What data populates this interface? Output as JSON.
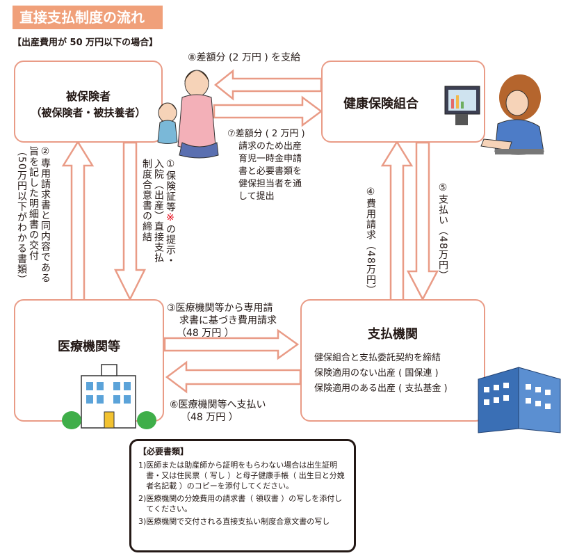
{
  "header": {
    "title": "直接支払制度の流れ",
    "condition": "【出産費用が 50 万円以下の場合】"
  },
  "nodes": {
    "insured": {
      "title": "被保険者",
      "subtitle": "（被保険者・被扶養者）"
    },
    "union": {
      "title": "健康保険組合"
    },
    "medical": {
      "title": "医療機関等"
    },
    "payment": {
      "title": "支払機関",
      "lines": [
        "健保組合と支払委託契約を締結",
        "保険適用のない出産 ( 国保連 )",
        "保険適用のある出産 ( 支払基金 )"
      ]
    }
  },
  "flows": {
    "f1": {
      "lines": [
        "①保険証等",
        "の提示・",
        "入院（出産）直接支払",
        "制度合意書の締結"
      ],
      "mark": "※"
    },
    "f2": {
      "lines": [
        "②専用請求書と同内容である",
        "旨を記した明細書の交付",
        "（50万円以下がわかる書類）"
      ]
    },
    "f3": {
      "lines": [
        "③医療機関等から専用請",
        "求書に基づき費用請求",
        "（48 万円 ）"
      ]
    },
    "f4": {
      "lines": [
        "④費用請求（48万円）"
      ]
    },
    "f5": {
      "lines": [
        "⑤支払い（48万円）"
      ]
    },
    "f6": {
      "lines": [
        "⑥医療機関等へ支払い",
        "（48 万円 ）"
      ]
    },
    "f7": {
      "lines": [
        "⑦差額分 ( 2 万円 )",
        "請求のため出産",
        "育児一時金申請",
        "書と必要書類を",
        "健保担当者を通",
        "して提出"
      ]
    },
    "f8": {
      "lines": [
        "⑧差額分 (2 万円 ) を支給"
      ]
    }
  },
  "required_docs": {
    "heading": "【必要書類】",
    "items": [
      {
        "num": "1)",
        "text": "医師または助産師から証明をもらわない場合は出生証明書・又は住民票（ 写し ）と母子健康手帳（ 出生日と分娩者名記載 ）のコピーを添付してください。"
      },
      {
        "num": "2)",
        "text": "医療機関の分娩費用の請求書（ 領収書 ）の写しを添付してください。"
      },
      {
        "num": "3)",
        "text": "医療機関で交付される直接支払い制度合意文書の写し"
      }
    ]
  },
  "colors": {
    "banner": "#f0a07a",
    "box_border": "#e99b86",
    "arrow_fill": "#ffffff",
    "arrow_stroke": "#e99b86",
    "accent_red": "#e60012"
  }
}
